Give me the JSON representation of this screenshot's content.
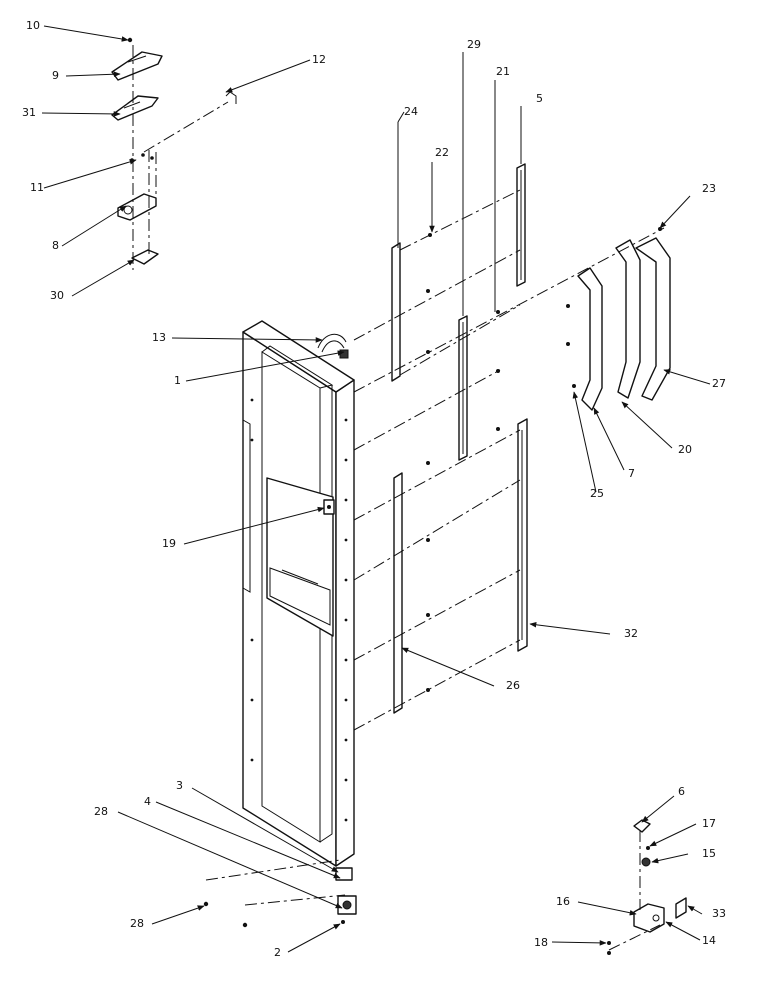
{
  "diagram": {
    "callouts": {
      "c1": "1",
      "c2": "2",
      "c3": "3",
      "c4": "4",
      "c5": "5",
      "c6": "6",
      "c7": "7",
      "c8": "8",
      "c9": "9",
      "c10": "10",
      "c11": "11",
      "c12": "12",
      "c13": "13",
      "c14": "14",
      "c15": "15",
      "c16": "16",
      "c17": "17",
      "c18": "18",
      "c19": "19",
      "c20": "20",
      "c21": "21",
      "c22": "22",
      "c23": "23",
      "c24": "24",
      "c25": "25",
      "c26": "26",
      "c27": "27",
      "c28a": "28",
      "c28b": "28",
      "c29": "29",
      "c30": "30",
      "c31": "31",
      "c32": "32",
      "c33": "33"
    }
  }
}
